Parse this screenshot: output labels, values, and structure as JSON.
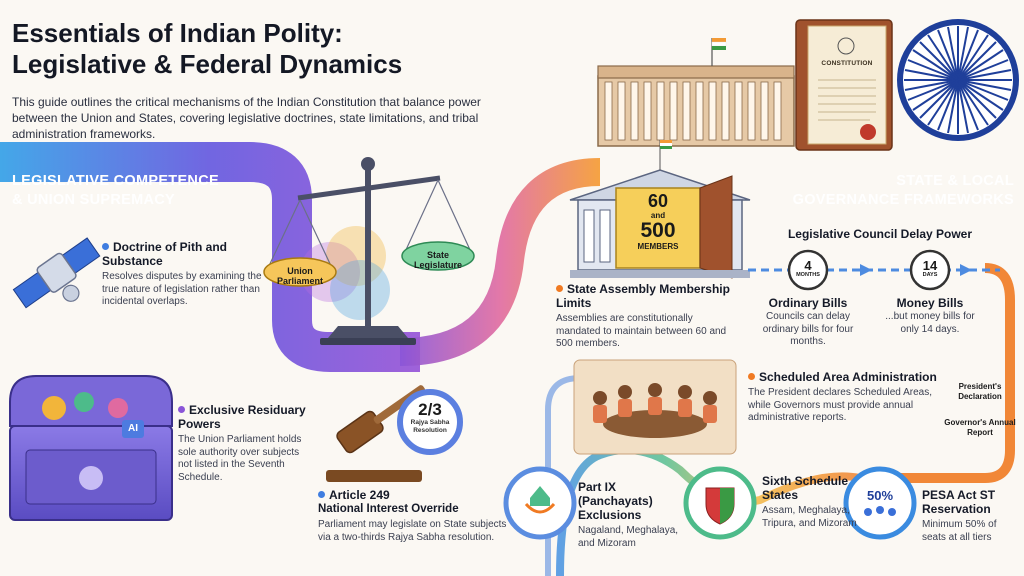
{
  "title_line1": "Essentials of Indian Polity:",
  "title_line2": "Legislative & Federal Dynamics",
  "intro": "This guide outlines the critical mechanisms of the Indian Constitution that balance power between the Union and States, covering legislative doctrines, state limitations, and tribal administration frameworks.",
  "left_section": {
    "line1": "LEGISLATIVE COMPETENCE",
    "line2": "& UNION SUPREMACY"
  },
  "right_section": {
    "line1": "STATE & LOCAL",
    "line2": "GOVERNANCE FRAMEWORKS"
  },
  "scale": {
    "left_pan": "Union Parliament",
    "right_pan": "State Legislature"
  },
  "constitution_label": "CONSTITUTION",
  "pith": {
    "title": "Doctrine of Pith and Substance",
    "text": "Resolves disputes by examining the true nature of legislation rather than incidental overlaps."
  },
  "residuary": {
    "title": "Exclusive Residuary Powers",
    "text": "The Union Parliament holds sole authority over subjects not listed in the Seventh Schedule.",
    "chest_chip": "AI"
  },
  "article249": {
    "title": "Article 249",
    "subtitle": "National Interest Override",
    "text": "Parliament may legislate on State subjects via a two-thirds Rajya Sabha resolution.",
    "badge_value": "2/3",
    "badge_label": "Rajya Sabha Resolution"
  },
  "assembly": {
    "num1": "60",
    "and": "and",
    "num2": "500",
    "members": "MEMBERS",
    "title": "State Assembly Membership Limits",
    "text": "Assemblies are constitutionally mandated to maintain between 60 and 500 members."
  },
  "council": {
    "title": "Legislative Council Delay Power",
    "ordinary": {
      "value": "4",
      "unit": "MONTHS",
      "title": "Ordinary Bills",
      "text": "Councils can delay ordinary bills for four months."
    },
    "money": {
      "value": "14",
      "unit": "DAYS",
      "title": "Money Bills",
      "text": "...but money bills for only 14 days."
    }
  },
  "scheduled": {
    "title": "Scheduled Area Administration",
    "text": "The President declares Scheduled Areas, while Governors must provide annual administrative reports.",
    "tag1": "President's Declaration",
    "tag2": "Governor's Annual Report"
  },
  "part9": {
    "title": "Part IX (Panchayats) Exclusions",
    "text": "Nagaland, Meghalaya, and Mizoram"
  },
  "sixth": {
    "title": "Sixth Schedule States",
    "text": "Assam, Meghalaya, Tripura, and Mizoram"
  },
  "pesa": {
    "badge": "50%",
    "title": "PESA Act ST Reservation",
    "text": "Minimum 50% of seats at all tiers"
  },
  "colors": {
    "band_left": "#5b5fe0",
    "band_right": "#f08a2a",
    "accent_blue": "#3f7de0",
    "accent_orange": "#f07a22",
    "accent_purple": "#8a55d8"
  }
}
